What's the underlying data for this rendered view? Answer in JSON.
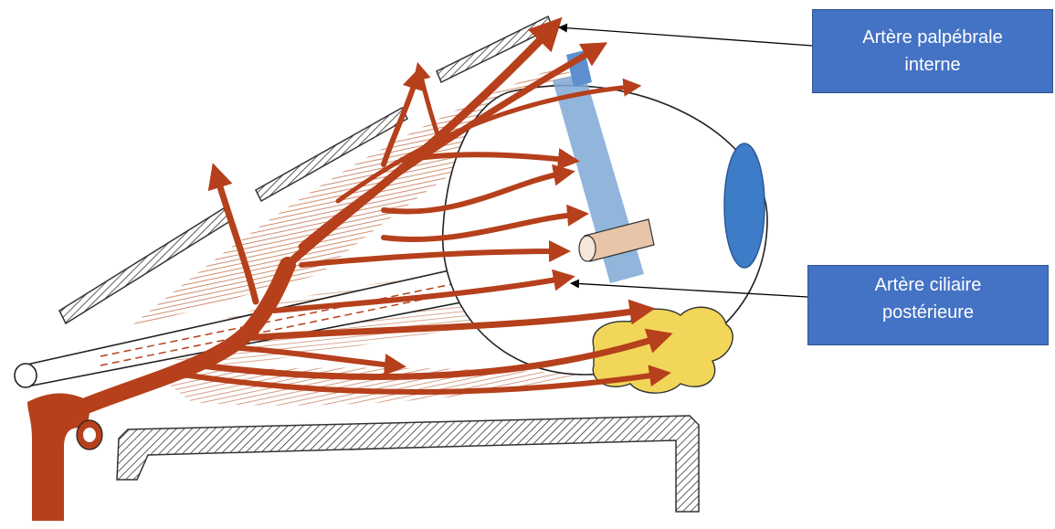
{
  "labels": {
    "palpebral": {
      "line1": "Artère palpébrale",
      "line2": "interne"
    },
    "ciliary": {
      "line1": "Artère ciliaire",
      "line2": "postérieure"
    }
  },
  "colors": {
    "artery": "#b5401b",
    "muscle_stripe": "#c9805e",
    "box_fill": "#4472c4",
    "box_border": "#2f528f",
    "blue_structure": "#7fa8d6",
    "cornea": "#3d7cc6",
    "gland": "#f2d65a",
    "hatch": "#333333"
  }
}
